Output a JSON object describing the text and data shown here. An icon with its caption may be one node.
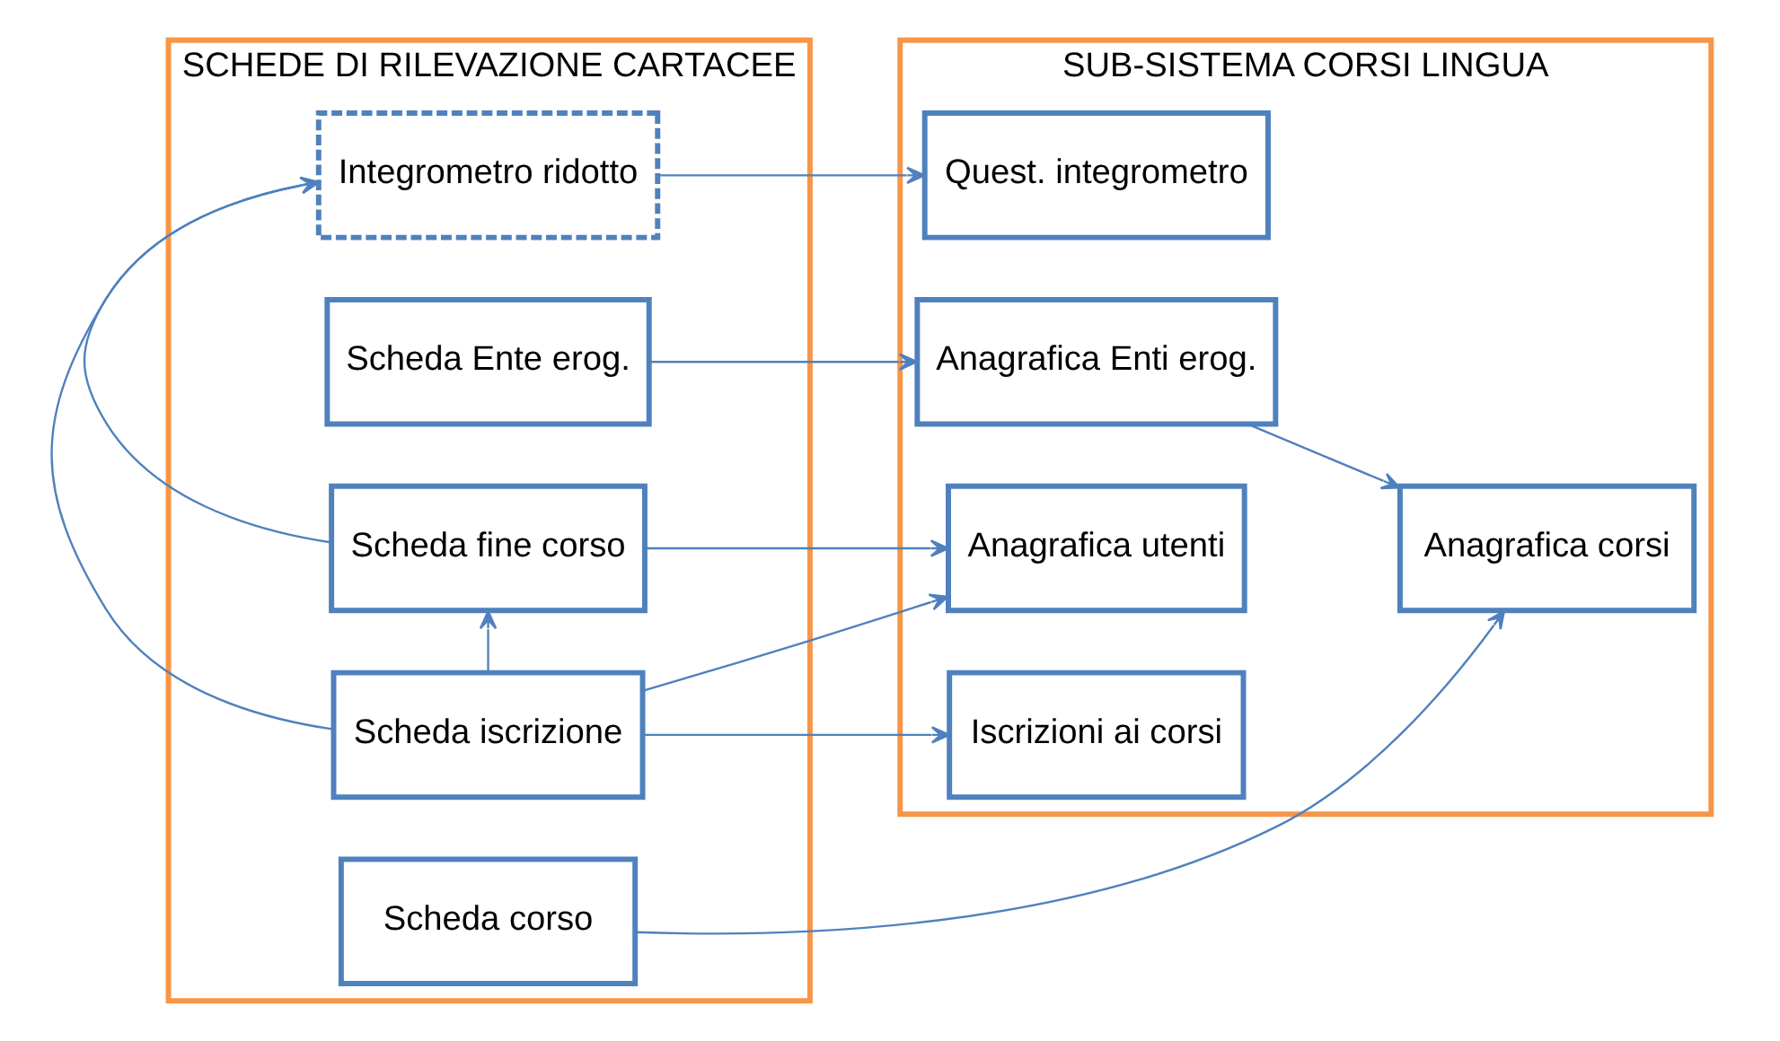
{
  "diagram": {
    "nodes": [
      {
        "text": [
          "SCHEDE DI RILEVAZIONE CARTACEE"
        ]
      },
      {
        "text": [
          "Scheda Ente erog."
        ],
        "in": 0
      },
      {
        "text": [
          "Scheda corso"
        ],
        "in": 0
      },
      {
        "text": [
          "Scheda iscrizione"
        ],
        "in": 0
      },
      {
        "text": [
          "Integrometro ridotto"
        ],
        "in": 0
      },
      {
        "text": [
          "Scheda fine corso"
        ],
        "in": 0
      },
      {
        "text": [
          "SUB-SISTEMA CORSI LINGUA"
        ]
      },
      {
        "text": [
          "Anagrafica Enti erog."
        ],
        "in": 6
      },
      {
        "text": [
          "Anagrafica corsi"
        ],
        "in": 6
      },
      {
        "text": [
          "Anagrafica utenti"
        ],
        "in": 6
      },
      {
        "text": [
          "Quest. integrometro"
        ],
        "in": 6
      },
      {
        "text": [
          "Iscrizioni ai corsi"
        ],
        "in": 6
      }
    ],
    "edges": [
      {
        "from": 1,
        "to": 7,
        "arrow": "to"
      },
      {
        "from": 7,
        "to": 8,
        "arrow": "to"
      },
      {
        "from": 2,
        "to": 8,
        "arrow": "to"
      },
      {
        "from": 3,
        "to": 4,
        "arrow": "to"
      },
      {
        "from": 3,
        "to": 5,
        "arrow": "to"
      },
      {
        "from": 3,
        "to": 9,
        "arrow": "to"
      },
      {
        "from": 3,
        "to": 11,
        "arrow": "to"
      },
      {
        "from": 5,
        "to": 4,
        "arrow": "to"
      },
      {
        "from": 5,
        "to": 9,
        "arrow": "to"
      },
      {
        "from": 4,
        "to": 10,
        "arrow": "to"
      }
    ]
  }
}
